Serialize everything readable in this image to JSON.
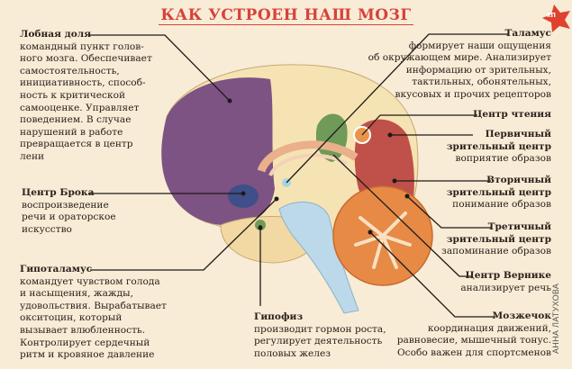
{
  "title": "КАК УСТРОЕН НАШ МОЗГ",
  "logo": "кп",
  "author": "АННА ЛАТУХОВА",
  "colors": {
    "title": "#d8413a",
    "frontal": "#7d5383",
    "occipital": "#c0504a",
    "broca": "#3f4f8a",
    "reading": "#6f9a58",
    "background": "#f8ecd6"
  },
  "labels": {
    "frontal": {
      "title": "Лобная доля",
      "lines": [
        "командный пункт голов-",
        "ного мозга. Обеспечивает",
        "самостоятельность,",
        "инициативность, способ-",
        "ность к критической",
        "самооценке. Управляет",
        "поведением. В случае",
        "нарушений в работе",
        "превращается в центр",
        "лени"
      ]
    },
    "broca": {
      "title": "Центр Брока",
      "lines": [
        "воспроизведение",
        "речи и ораторское",
        "искусство"
      ]
    },
    "hypothalamus": {
      "title": "Гипоталамус",
      "lines": [
        "командует чувством голода",
        "и насыщения, жажды,",
        "удовольствия. Вырабатывает",
        "окситоцин, который",
        "вызывает влюбленность.",
        "Контролирует сердечный",
        "ритм и кровяное давление"
      ]
    },
    "hypophysis": {
      "title": "Гипофиз",
      "lines": [
        "производит гормон роста,",
        "регулирует деятельность",
        "половых желез"
      ]
    },
    "thalamus": {
      "title": "Таламус",
      "lines": [
        "формирует наши ощущения",
        "об окружающем мире. Анализирует",
        "информацию от зрительных,",
        "тактильных, обонятельных,",
        "вкусовых и прочих рецепторов"
      ]
    },
    "reading": {
      "title": "Центр чтения"
    },
    "primary": {
      "title1": "Первичный",
      "title2": "зрительный центр",
      "lines": [
        "воприятие образов"
      ]
    },
    "secondary": {
      "title1": "Вторичный",
      "title2": "зрительный центр",
      "lines": [
        "понимание образов"
      ]
    },
    "tertiary": {
      "title1": "Третичный",
      "title2": "зрительный центр",
      "lines": [
        "запоминание образов"
      ]
    },
    "wernicke": {
      "title": "Центр Вернике",
      "lines": [
        "анализирует речь"
      ]
    },
    "cerebellum": {
      "title": "Мозжечок",
      "lines": [
        "координация движений,",
        "равновесие, мышечный тонус.",
        "Особо важен для спортсменов"
      ]
    }
  }
}
